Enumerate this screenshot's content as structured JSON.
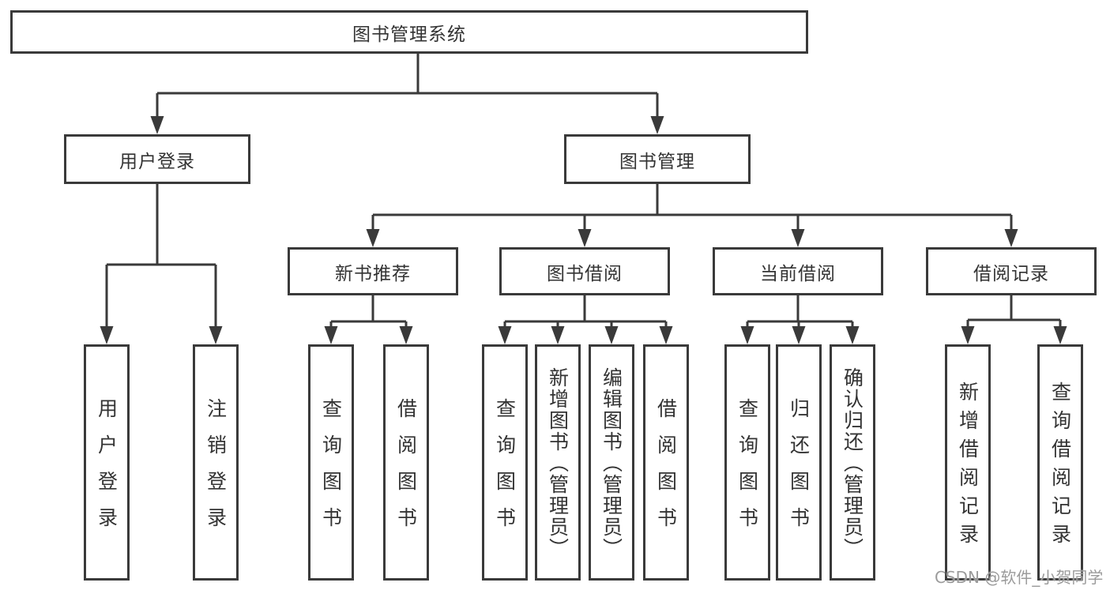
{
  "root": {
    "label": "图书管理系统"
  },
  "branches": [
    {
      "label": "用户登录",
      "children": [
        {
          "label": "用户登录"
        },
        {
          "label": "注销登录"
        }
      ]
    },
    {
      "label": "图书管理",
      "modules": [
        {
          "label": "新书推荐",
          "children": [
            {
              "label": "查询图书"
            },
            {
              "label": "借阅图书"
            }
          ]
        },
        {
          "label": "图书借阅",
          "children": [
            {
              "label": "查询图书"
            },
            {
              "label": "新增图书（管理员）"
            },
            {
              "label": "编辑图书（管理员）"
            },
            {
              "label": "借阅图书"
            }
          ]
        },
        {
          "label": "当前借阅",
          "children": [
            {
              "label": "查询图书"
            },
            {
              "label": "归还图书"
            },
            {
              "label": "确认归还（管理员）"
            }
          ]
        },
        {
          "label": "借阅记录",
          "children": [
            {
              "label": "新增借阅记录"
            },
            {
              "label": "查询借阅记录"
            }
          ]
        }
      ]
    }
  ],
  "watermark": {
    "text": "CSDN @软件_小贺同学"
  },
  "colors": {
    "line": "#3a3a3a",
    "text": "#333333",
    "watermark": "#9b9b9b",
    "background": "#ffffff"
  }
}
